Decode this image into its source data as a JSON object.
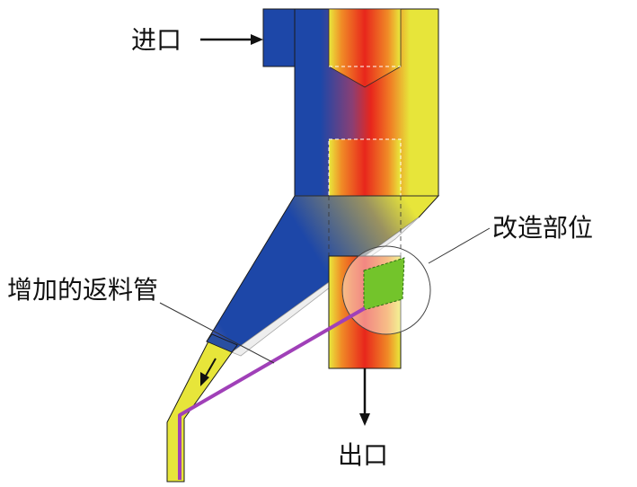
{
  "labels": {
    "inlet": "进口",
    "outlet": "出口",
    "modified_part": "改造部位",
    "return_pipe": "增加的返料管"
  },
  "colors": {
    "blue": "#1d47a8",
    "red": "#e8261c",
    "yellow": "#e7e53a",
    "pipe": "#a040b8",
    "patch": "#73c42b",
    "outline": "#1a1a1a"
  }
}
